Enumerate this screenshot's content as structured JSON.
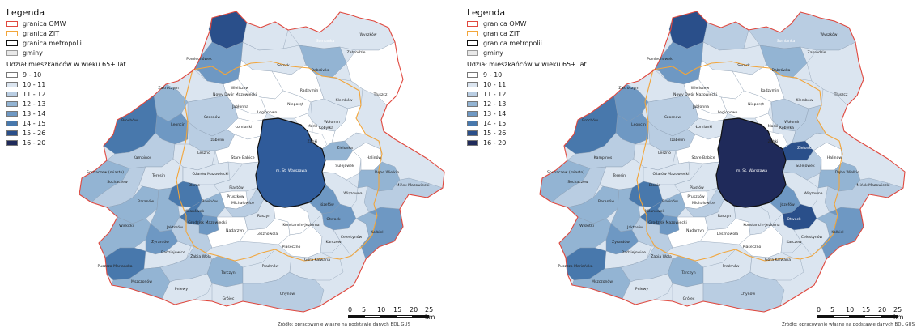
{
  "legend": {
    "title": "Legenda",
    "boundaries": [
      {
        "label": "granica OMW",
        "color": "#e0483e"
      },
      {
        "label": "granica ZIT",
        "color": "#f2a53a"
      },
      {
        "label": "granica metropolii",
        "color": "#111111"
      },
      {
        "label": "gminy",
        "color": "#e8e8e8"
      }
    ],
    "subtitle": "Udział mieszkańców w wieku 65+ lat"
  },
  "panels": [
    {
      "classes": [
        {
          "label": "9 - 10",
          "color": "#ffffff"
        },
        {
          "label": "10 - 11",
          "color": "#dbe5f0"
        },
        {
          "label": "11 - 12",
          "color": "#b9cde2"
        },
        {
          "label": "12 - 13",
          "color": "#93b4d3"
        },
        {
          "label": "13 - 14",
          "color": "#6e98c3"
        },
        {
          "label": "14 - 15",
          "color": "#4878ac"
        },
        {
          "label": "15 - 26",
          "color": "#2a4f8a"
        },
        {
          "label": "16 - 20",
          "color": "#1f2a5a"
        }
      ],
      "warsaw_color": "#2f5b9a"
    },
    {
      "classes": [
        {
          "label": "9 - 10",
          "color": "#ffffff"
        },
        {
          "label": "10 - 11",
          "color": "#dbe5f0"
        },
        {
          "label": "11 - 12",
          "color": "#b9cde2"
        },
        {
          "label": "12 - 13",
          "color": "#93b4d3"
        },
        {
          "label": "13 - 14",
          "color": "#6e98c3"
        },
        {
          "label": "14 - 15",
          "color": "#4878ac"
        },
        {
          "label": "15 - 26",
          "color": "#2a4f8a"
        },
        {
          "label": "16 - 20",
          "color": "#1f2a5a"
        }
      ],
      "warsaw_color": "#1f2a5a"
    }
  ],
  "scale": {
    "ticks": [
      "0",
      "5",
      "10",
      "15",
      "20",
      "25 km"
    ]
  },
  "source": "Źródło: opracowanie własne na podstawie danych BDL GUS",
  "places": {
    "warszawa": "m. St. Warszawa",
    "wyszkow": "Wyszków",
    "somianka": "Somianka",
    "zabrodzie": "Zabrodzie",
    "dabrowka": "Dąbrówka",
    "serock": "Serock",
    "radzymin": "Radzymin",
    "klembow": "Klembów",
    "tluszcz": "Tłuszcz",
    "wolomin": "Wołomin",
    "nieporet": "Nieporęt",
    "wieliszew": "Wieliszew",
    "legionowo": "Legionowo",
    "jablonna": "Jabłonna",
    "nowydwor": "Nowy Dwór Mazowiecki",
    "pomiechowek": "Pomiechówek",
    "zakroczym": "Zakroczym",
    "czosnow": "Czosnów",
    "lomianki": "Łomianki",
    "izabelin": "Izabelin",
    "leszno": "Leszno",
    "stare_babice": "Stare Babice",
    "ozarow": "Ożarów Mazowiecki",
    "blonie": "Błonie",
    "piastow": "Piastów",
    "pruszkow": "Pruszków",
    "brwinow": "Brwinów",
    "michalowice": "Michałowice",
    "milanowek": "Milanówek",
    "podkowa": "Podkowa Leśna",
    "grodzisk": "Grodzisk Mazowiecki",
    "jaktorow": "Jaktorów",
    "baranow": "Baranów",
    "teresin": "Teresin",
    "sochaczew_m": "Sochaczew (miasto)",
    "sochaczew": "Sochaczew",
    "nowa_sucha": "Nowa Sucha",
    "wiskitki": "Wiskitki",
    "zyrardow": "Żyrardów",
    "radziejowice": "Radziejowice",
    "puszcza": "Puszcza Mariańska",
    "mszczonow": "Mszczonów",
    "zabia_wola": "Żabia Wola",
    "tarczyn": "Tarczyn",
    "prazmow": "Prażmów",
    "piaseczno": "Piaseczno",
    "lesznowola": "Lesznowola",
    "nadarzyn": "Nadarzyn",
    "raszyn": "Raszyn",
    "konstancin": "Konstancin-Jeziorna",
    "jozefow": "Józefów",
    "otwock": "Otwock",
    "karczew": "Karczew",
    "celestynow": "Celestynów",
    "kolbiel": "Kołbiel",
    "wiazowna": "Wiązowna",
    "halinow": "Halinów",
    "debe": "Dębe Wielkie",
    "minsk": "Mińsk Mazowiecki",
    "sulejowek": "Sulejówek",
    "zielonka": "Zielonka",
    "kobylka": "Kobyłka",
    "marki": "Marki",
    "zabki": "Ząbki",
    "brochow": "Brochów",
    "leoncin": "Leoncin",
    "kampinos": "Kampinos",
    "gora": "Góra Kalwaria",
    "chynow": "Chynów",
    "goszczyn": "Grójec",
    "pniewy": "Pniewy"
  }
}
